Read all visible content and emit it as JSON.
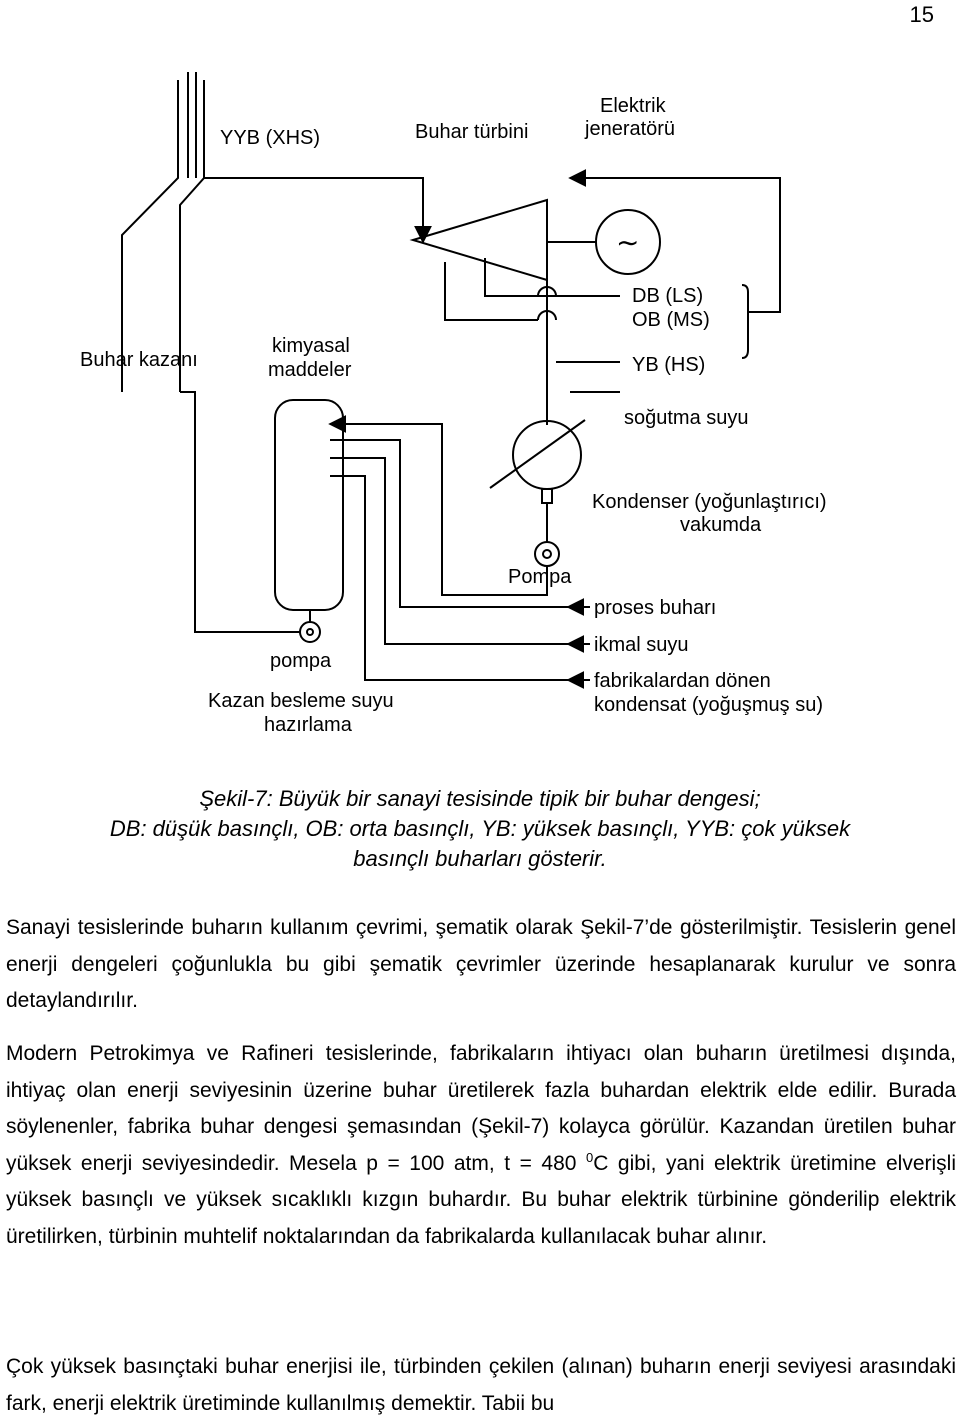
{
  "page_number": "15",
  "diagram": {
    "labels": {
      "yyb": "YYB (XHS)",
      "turbine": "Buhar türbini",
      "generator_line1": "Elektrik",
      "generator_line2": "jeneratörü",
      "boiler": "Buhar kazanı",
      "chemicals_line1": "kimyasal",
      "chemicals_line2": "maddeler",
      "db": "DB (LS)",
      "ob": "OB (MS)",
      "yb": "YB (HS)",
      "cooling_water": "soğutma suyu",
      "condenser_line1": "Kondenser (yoğunlaştırıcı)",
      "condenser_line2": "vakumda",
      "pump_main": "Pompa",
      "process_steam": "proses buharı",
      "makeup_water": "ikmal suyu",
      "return_line1": "fabrikalardan dönen",
      "return_line2": "kondensat (yoğuşmuş su)",
      "pump_feed": "pompa",
      "feedwater_line1": "Kazan besleme suyu",
      "feedwater_line2": "hazırlama"
    },
    "generator_symbol": "∼"
  },
  "caption": {
    "line1": "Şekil-7: Büyük bir sanayi tesisinde tipik bir buhar dengesi;",
    "line2": "DB: düşük basınçlı, OB: orta basınçlı, YB: yüksek basınçlı, YYB: çok yüksek",
    "line3": "basınçlı buharları gösterir."
  },
  "paragraph1": "Sanayi tesislerinde buharın kullanım çevrimi, şematik olarak Şekil-7’de gösterilmiştir. Tesislerin genel enerji dengeleri çoğunlukla bu gibi şematik çevrimler üzerinde hesaplanarak kurulur ve sonra detaylandırılır.",
  "paragraph2_before_sup": "Modern Petrokimya ve Rafineri tesislerinde, fabrikaların ihtiyacı olan buharın üretilmesi dışında, ihtiyaç olan enerji seviyesinin üzerine buhar üretilerek fazla buhardan elektrik elde edilir. Burada söylenenler, fabrika buhar dengesi şemasından (Şekil-7) kolayca görülür. Kazandan üretilen buhar yüksek enerji seviyesindedir. Mesela p = 100 atm, t = 480 ",
  "paragraph2_sup": "0",
  "paragraph2_after_sup": "C gibi, yani elektrik üretimine elverişli yüksek basınçlı ve yüksek sıcaklıklı kızgın buhardır. Bu buhar elektrik türbinine gönderilip elektrik üretilirken, türbinin muhtelif noktalarından da fabrikalarda kullanılacak buhar alınır.",
  "paragraph3": "Çok yüksek basınçtaki buhar enerjisi ile, türbinden çekilen (alınan) buharın enerji seviyesi arasındaki fark, enerji elektrik üretiminde kullanılmış demektir. Tabii bu"
}
